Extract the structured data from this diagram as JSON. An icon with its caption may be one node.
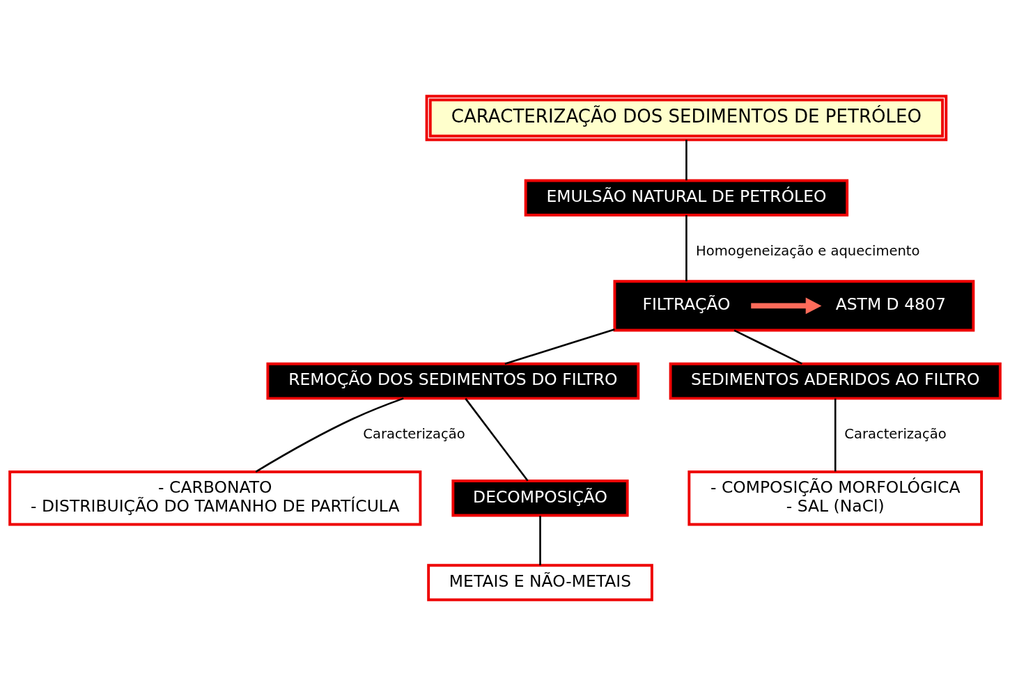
{
  "diagram": {
    "nodes": [
      {
        "text": [
          "CARACTERIZAÇÃO DOS SEDIMENTOS DE PETRÓLEO"
        ]
      },
      {
        "text": [
          "EMULSÃO NATURAL DE PETRÓLEO"
        ]
      },
      {
        "text": [],
        "shape": "box"
      },
      {
        "text": [
          "FILTRAÇÃO"
        ],
        "in": 2
      },
      {
        "text": [
          "ASTM D 4807"
        ],
        "in": 2
      },
      {
        "text": [
          "REMOÇÃO DOS SEDIMENTOS DO FILTRO"
        ]
      },
      {
        "text": [
          "SEDIMENTOS ADERIDOS AO FILTRO"
        ]
      },
      {
        "text": [
          "- CARBONATO",
          "- DISTRIBUIÇÃO DO TAMANHO DE PARTÍCULA"
        ]
      },
      {
        "text": [
          "DECOMPOSIÇÃO"
        ]
      },
      {
        "text": [
          "METAIS E NÃO-METAIS"
        ]
      },
      {
        "text": [
          "- COMPOSIÇÃO MORFOLÓGICA",
          "- SAL (NaCl)"
        ]
      }
    ],
    "edges": [
      {
        "from": 0,
        "to": 1,
        "arrow": "none"
      },
      {
        "from": 1,
        "to": 2,
        "arrow": "none",
        "label": "Homogeneização e aquecimento"
      },
      {
        "from": 3,
        "to": 4,
        "arrow": "to",
        "style": "thick",
        "color": "#ff6b5a"
      },
      {
        "from": 2,
        "to": 5,
        "arrow": "none"
      },
      {
        "from": 2,
        "to": 6,
        "arrow": "none"
      },
      {
        "from": 5,
        "to": 7,
        "arrow": "none",
        "label": "Caracterização"
      },
      {
        "from": 5,
        "to": 8,
        "arrow": "none"
      },
      {
        "from": 8,
        "to": 9,
        "arrow": "none"
      },
      {
        "from": 6,
        "to": 10,
        "arrow": "none",
        "label": "Caracterização"
      }
    ]
  }
}
